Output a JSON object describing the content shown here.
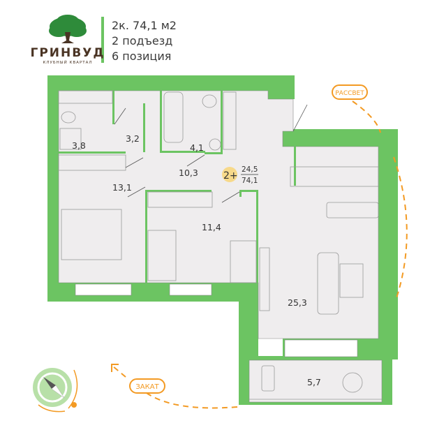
{
  "header": {
    "brand": "ГРИНВУД",
    "brand_subtitle": "КЛУБНЫЙ КВАРТАЛ",
    "lines": [
      "2к. 74,1 м2",
      "2 подъезд",
      "6 позиция"
    ]
  },
  "rooms": {
    "bathroom_1": "3,8",
    "wardrobe": "3,2",
    "bathroom_2": "4,1",
    "hall": "10,3",
    "bedroom_1": "13,1",
    "bedroom_2": "11,4",
    "kitchen_living": "25,3",
    "balcony": "5,7"
  },
  "badge": {
    "label": "2+",
    "living_area": "24,5",
    "total_area": "74,1"
  },
  "orientation": {
    "sunrise": "РАССВЕТ",
    "sunset": "ЗАКАТ"
  },
  "colors": {
    "wall": "#6cc462",
    "floor": "#efedee",
    "accent": "#f39a23",
    "badge": "#f7d98a"
  }
}
